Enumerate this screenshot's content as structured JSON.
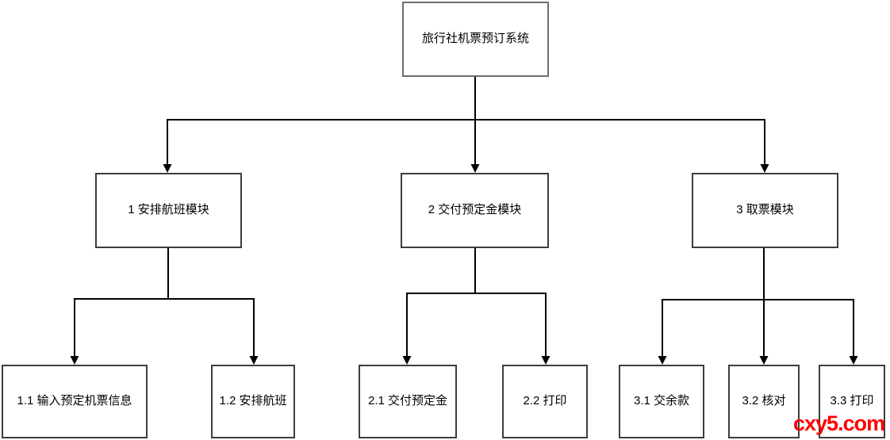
{
  "diagram": {
    "title": "旅行社机票预订系统",
    "root": {
      "label": "旅行社机票预订系统"
    },
    "modules": [
      {
        "label": "1 安排航班模块",
        "children": [
          {
            "label": "1.1 输入预定机票信息"
          },
          {
            "label": "1.2 安排航班"
          }
        ]
      },
      {
        "label": "2 交付预定金模块",
        "children": [
          {
            "label": "2.1 交付预定金"
          },
          {
            "label": "2.2 打印"
          }
        ]
      },
      {
        "label": "3 取票模块",
        "children": [
          {
            "label": "3.1 交余款"
          },
          {
            "label": "3.2 核对"
          },
          {
            "label": "3.3 打印"
          }
        ]
      }
    ],
    "colors": {
      "background": "#ffffff",
      "box_border": "#3d3d3d",
      "box_border_root": "#6e6e6e",
      "connector": "#000000",
      "text": "#000000"
    }
  },
  "watermark": {
    "text": "cxy5.com",
    "color": "#ff0000"
  }
}
